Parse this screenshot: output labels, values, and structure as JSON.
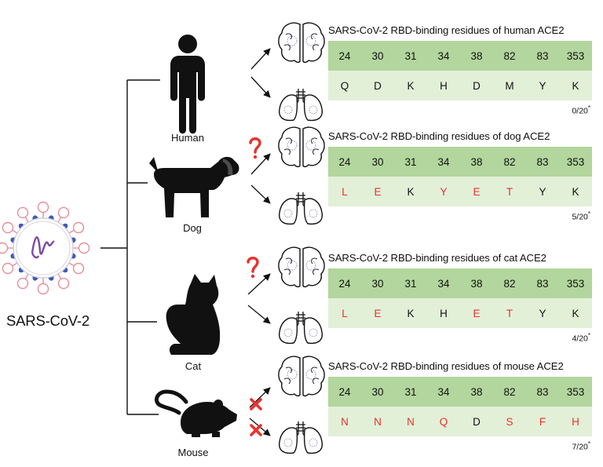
{
  "virus_label": "SARS-CoV-2",
  "positions": [
    "24",
    "30",
    "31",
    "34",
    "38",
    "82",
    "83",
    "353"
  ],
  "colors": {
    "header_row": "#b2d69d",
    "residue_row": "#e3f0d8",
    "mismatch": "#e8322d",
    "match": "#111111"
  },
  "panels": [
    {
      "animal": "Human",
      "animal_icon": "human-icon",
      "title": "SARS-CoV-2 RBD-binding residues of human ACE2",
      "residues": [
        {
          "aa": "Q",
          "diff": false
        },
        {
          "aa": "D",
          "diff": false
        },
        {
          "aa": "K",
          "diff": false
        },
        {
          "aa": "H",
          "diff": false
        },
        {
          "aa": "D",
          "diff": false
        },
        {
          "aa": "M",
          "diff": false
        },
        {
          "aa": "Y",
          "diff": false
        },
        {
          "aa": "K",
          "diff": false
        }
      ],
      "ratio": "0/20",
      "ratio_mark": "*",
      "marker": "none"
    },
    {
      "animal": "Dog",
      "animal_icon": "dog-icon",
      "title": "SARS-CoV-2 RBD-binding residues of dog ACE2",
      "residues": [
        {
          "aa": "L",
          "diff": true
        },
        {
          "aa": "E",
          "diff": true
        },
        {
          "aa": "K",
          "diff": false
        },
        {
          "aa": "Y",
          "diff": true
        },
        {
          "aa": "E",
          "diff": true
        },
        {
          "aa": "T",
          "diff": true
        },
        {
          "aa": "Y",
          "diff": false
        },
        {
          "aa": "K",
          "diff": false
        }
      ],
      "ratio": "5/20",
      "ratio_mark": "*",
      "marker": "question"
    },
    {
      "animal": "Cat",
      "animal_icon": "cat-icon",
      "title": "SARS-CoV-2 RBD-binding residues of cat ACE2",
      "residues": [
        {
          "aa": "L",
          "diff": true
        },
        {
          "aa": "E",
          "diff": true
        },
        {
          "aa": "K",
          "diff": false
        },
        {
          "aa": "H",
          "diff": false
        },
        {
          "aa": "E",
          "diff": true
        },
        {
          "aa": "T",
          "diff": true
        },
        {
          "aa": "Y",
          "diff": false
        },
        {
          "aa": "K",
          "diff": false
        }
      ],
      "ratio": "4/20",
      "ratio_mark": "*",
      "marker": "question"
    },
    {
      "animal": "Mouse",
      "animal_icon": "mouse-icon",
      "title": "SARS-CoV-2 RBD-binding residues of mouse ACE2",
      "residues": [
        {
          "aa": "N",
          "diff": true
        },
        {
          "aa": "N",
          "diff": true
        },
        {
          "aa": "N",
          "diff": true
        },
        {
          "aa": "Q",
          "diff": true
        },
        {
          "aa": "D",
          "diff": false
        },
        {
          "aa": "S",
          "diff": true
        },
        {
          "aa": "F",
          "diff": true
        },
        {
          "aa": "H",
          "diff": true
        }
      ],
      "ratio": "7/20",
      "ratio_mark": "*",
      "marker": "cross"
    }
  ]
}
